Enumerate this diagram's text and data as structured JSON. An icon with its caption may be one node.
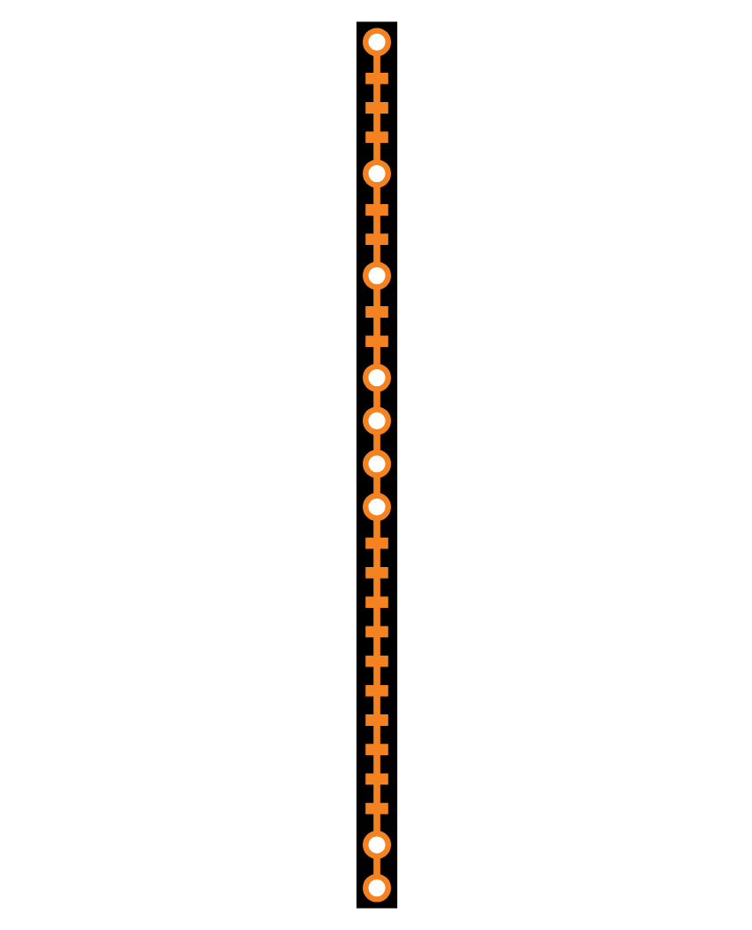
{
  "diagram": {
    "nodes": [
      {
        "text": [],
        "shape": "circle"
      },
      {
        "text": [],
        "shape": "bar"
      },
      {
        "text": [],
        "shape": "bar"
      },
      {
        "text": [],
        "shape": "bar"
      },
      {
        "text": [],
        "shape": "circle"
      },
      {
        "text": [],
        "shape": "bar"
      },
      {
        "text": [],
        "shape": "bar"
      },
      {
        "text": [],
        "shape": "circle"
      },
      {
        "text": [],
        "shape": "bar"
      },
      {
        "text": [],
        "shape": "bar"
      },
      {
        "text": [],
        "shape": "circle"
      },
      {
        "text": [],
        "shape": "circle"
      },
      {
        "text": [],
        "shape": "circle"
      },
      {
        "text": [],
        "shape": "circle"
      },
      {
        "text": [],
        "shape": "bar"
      },
      {
        "text": [],
        "shape": "bar"
      },
      {
        "text": [],
        "shape": "bar"
      },
      {
        "text": [],
        "shape": "bar"
      },
      {
        "text": [],
        "shape": "bar"
      },
      {
        "text": [],
        "shape": "bar"
      },
      {
        "text": [],
        "shape": "bar"
      },
      {
        "text": [],
        "shape": "bar"
      },
      {
        "text": [],
        "shape": "bar"
      },
      {
        "text": [],
        "shape": "bar"
      },
      {
        "text": [],
        "shape": "circle"
      },
      {
        "text": [],
        "shape": "circle"
      }
    ],
    "edges": [
      {
        "from": 0,
        "to": 1,
        "arrow": "none"
      },
      {
        "from": 1,
        "to": 2,
        "arrow": "none"
      },
      {
        "from": 2,
        "to": 3,
        "arrow": "none"
      },
      {
        "from": 3,
        "to": 4,
        "arrow": "none"
      },
      {
        "from": 4,
        "to": 5,
        "arrow": "none"
      },
      {
        "from": 5,
        "to": 6,
        "arrow": "none"
      },
      {
        "from": 6,
        "to": 7,
        "arrow": "none"
      },
      {
        "from": 7,
        "to": 8,
        "arrow": "none"
      },
      {
        "from": 8,
        "to": 9,
        "arrow": "none"
      },
      {
        "from": 9,
        "to": 10,
        "arrow": "none"
      },
      {
        "from": 10,
        "to": 11,
        "arrow": "none"
      },
      {
        "from": 11,
        "to": 12,
        "arrow": "none"
      },
      {
        "from": 12,
        "to": 13,
        "arrow": "none"
      },
      {
        "from": 13,
        "to": 14,
        "arrow": "none"
      },
      {
        "from": 14,
        "to": 15,
        "arrow": "none"
      },
      {
        "from": 15,
        "to": 16,
        "arrow": "none"
      },
      {
        "from": 16,
        "to": 17,
        "arrow": "none"
      },
      {
        "from": 17,
        "to": 18,
        "arrow": "none"
      },
      {
        "from": 18,
        "to": 19,
        "arrow": "none"
      },
      {
        "from": 19,
        "to": 20,
        "arrow": "none"
      },
      {
        "from": 20,
        "to": 21,
        "arrow": "none"
      },
      {
        "from": 21,
        "to": 22,
        "arrow": "none"
      },
      {
        "from": 22,
        "to": 23,
        "arrow": "none"
      },
      {
        "from": 23,
        "to": 24,
        "arrow": "none"
      },
      {
        "from": 24,
        "to": 25,
        "arrow": "none"
      }
    ]
  }
}
